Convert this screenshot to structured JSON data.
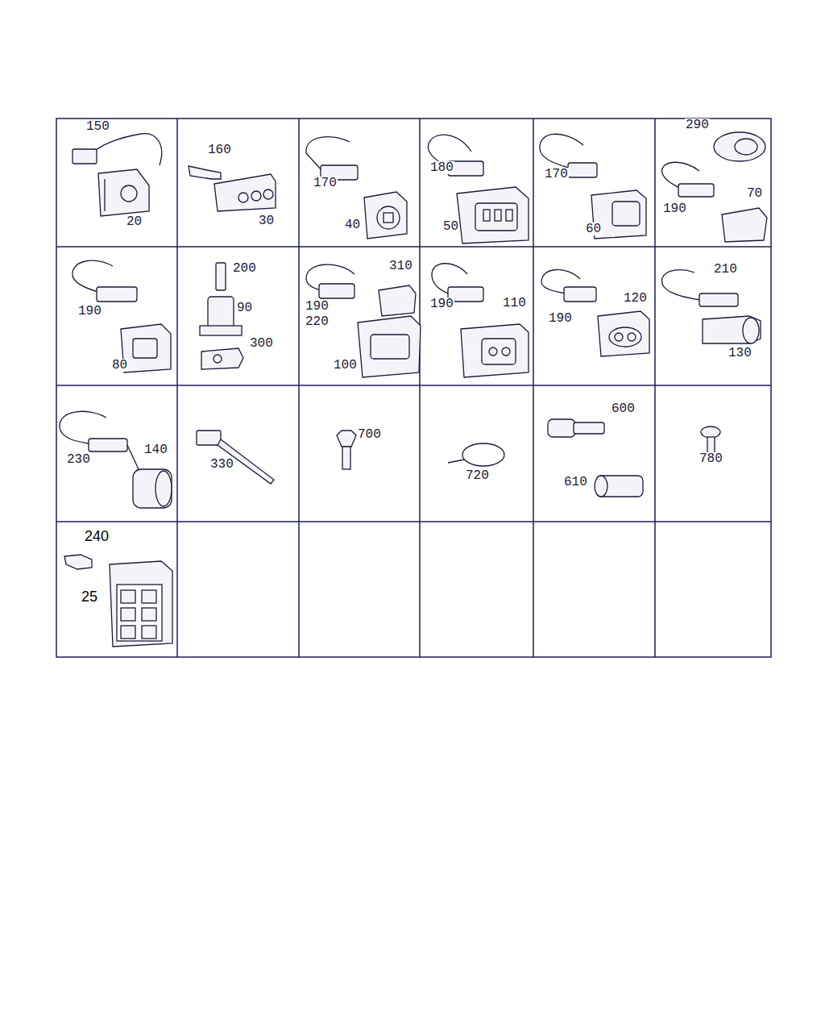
{
  "diagram": {
    "labels": [
      "150",
      "20",
      "160",
      "30",
      "170",
      "40",
      "180",
      "50",
      "170",
      "60",
      "290",
      "70",
      "190",
      "190",
      "80",
      "200",
      "90",
      "300",
      "310",
      "190",
      "220",
      "100",
      "190",
      "110",
      "120",
      "190",
      "210",
      "130",
      "230",
      "140",
      "330",
      "700",
      "720",
      "600",
      "610",
      "780",
      "240",
      "25"
    ]
  }
}
